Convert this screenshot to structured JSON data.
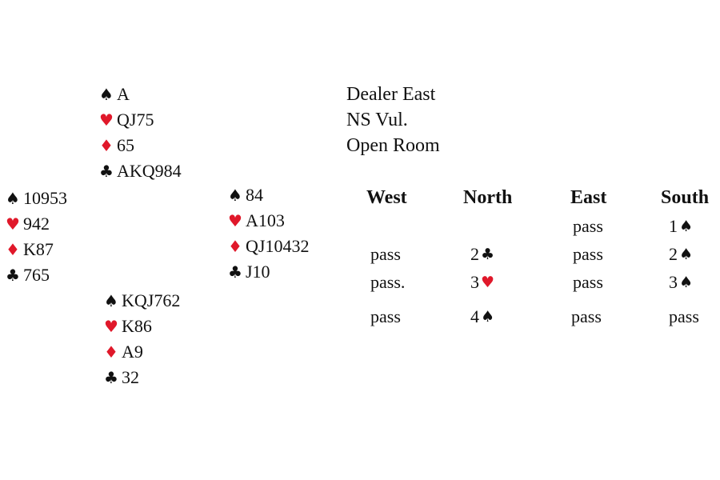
{
  "symbols": {
    "spade": "♠",
    "heart": "♥",
    "diamond": "♦",
    "club": "♣"
  },
  "colors": {
    "red_suit": "#e0182a",
    "black_suit": "#111111"
  },
  "hands": {
    "north": {
      "spades": "A",
      "hearts": "QJ75",
      "diamonds": "65",
      "clubs": "AKQ984"
    },
    "west": {
      "spades": "10953",
      "hearts": "942",
      "diamonds": "K87",
      "clubs": "765"
    },
    "east": {
      "spades": "84",
      "hearts": "A103",
      "diamonds": "QJ10432",
      "clubs": "J10"
    },
    "south": {
      "spades": "KQJ762",
      "hearts": "K86",
      "diamonds": "A9",
      "clubs": "32"
    }
  },
  "info": {
    "dealer": "Dealer East",
    "vulnerability": "NS Vul.",
    "room": "Open Room"
  },
  "auction": {
    "headers": [
      "West",
      "North",
      "East",
      "South"
    ],
    "rows": [
      [
        "",
        "",
        "pass",
        "1♠"
      ],
      [
        "pass",
        "2♣",
        "pass",
        "2♠"
      ],
      [
        "pass.",
        "3♥",
        "pass",
        "3♠"
      ],
      [
        "pass",
        "4♠",
        "pass",
        "pass"
      ]
    ]
  }
}
